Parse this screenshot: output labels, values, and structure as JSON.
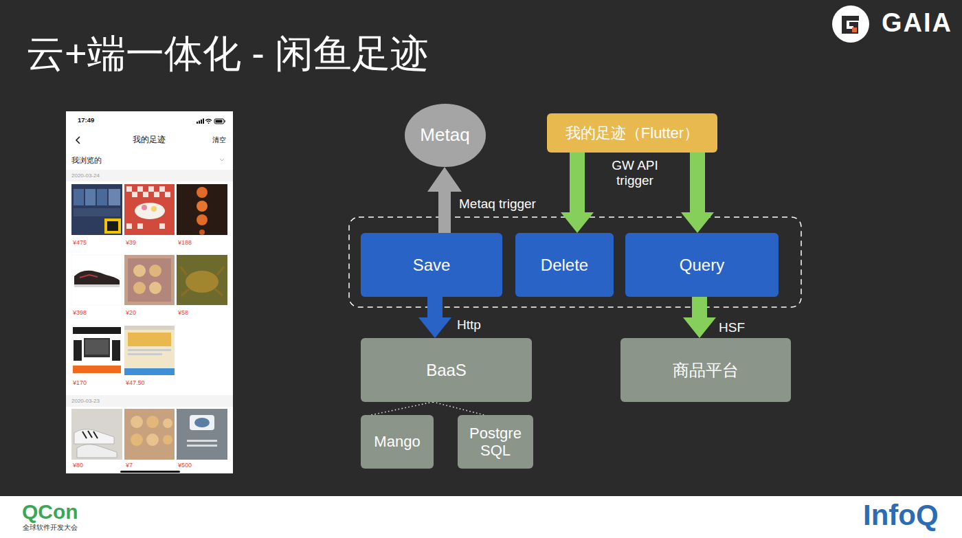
{
  "diagram": {
    "title": "云+端一体化 - 闲鱼足迹",
    "nodes": [
      {
        "text": [
          "Metaq"
        ]
      },
      {
        "text": [
          "我的足迹（Flutter）"
        ]
      },
      {
        "text": [
          "Save"
        ]
      },
      {
        "text": [
          "Delete"
        ]
      },
      {
        "text": [
          "Query"
        ]
      },
      {
        "text": [
          "BaaS"
        ]
      },
      {
        "text": [
          "Mango"
        ]
      },
      {
        "text": [
          "PostgreSQL"
        ]
      },
      {
        "text": [
          "商品平台"
        ]
      }
    ],
    "edges": [
      {
        "from": 2,
        "to": 0,
        "arrow": "to",
        "label": "Metaq trigger"
      },
      {
        "from": 1,
        "to": 3,
        "arrow": "to",
        "label": "GW API trigger"
      },
      {
        "from": 1,
        "to": 4,
        "arrow": "to"
      },
      {
        "from": 2,
        "to": 5,
        "arrow": "to",
        "label": "Http"
      },
      {
        "from": 4,
        "to": 8,
        "arrow": "to",
        "label": "HSF"
      },
      {
        "from": 5,
        "to": 6,
        "arrow": "none"
      },
      {
        "from": 5,
        "to": 7,
        "arrow": "none"
      }
    ],
    "labels": [
      "GAIA",
      "17:49",
      "我的足迹",
      "清空",
      "我浏览的",
      "2020-03-24",
      "¥475",
      "¥39",
      "¥188",
      "¥398",
      "¥20",
      "¥58",
      "¥170",
      "¥47.50",
      "2020-03-23",
      "¥80",
      "¥7",
      "¥500",
      "QCon",
      "全球软件开发大会",
      "InfoQ"
    ]
  }
}
